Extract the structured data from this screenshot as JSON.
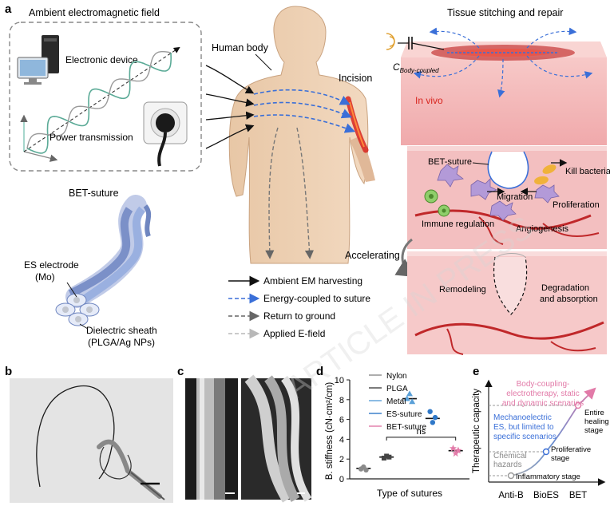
{
  "panel_a": {
    "letter": "a",
    "ambient_title": "Ambient electromagnetic field",
    "electronic_device": "Electronic device",
    "power_transmission": "Power transmission",
    "human_body": "Human body",
    "incision": "Incision",
    "tissue_title": "Tissue stitching and repair",
    "c_label": "C",
    "c_sub": "Body-coupled",
    "in_vivo": "In vivo",
    "bet_suture_label": "BET-suture",
    "kill_bacteria": "Kill bacteria",
    "migration": "Migration",
    "proliferation": "Proliferation",
    "immune_regulation": "Immune regulation",
    "angiogenesis": "Angiogenesis",
    "accelerating": "Accelerating",
    "remodeling": "Remodeling",
    "degradation_1": "Degradation",
    "degradation_2": "and absorption",
    "suture_title": "BET-suture",
    "es_electrode_1": "ES electrode",
    "es_electrode_2": "(Mo)",
    "dielectric_1": "Dielectric sheath",
    "dielectric_2": "(PLGA/Ag NPs)",
    "legend": [
      {
        "label": "Ambient EM harvesting",
        "color": "#111111",
        "dash": false
      },
      {
        "label": "Energy-coupled to suture",
        "color": "#3a6fd8",
        "dash": true
      },
      {
        "label": "Return to ground",
        "color": "#666666",
        "dash": true
      },
      {
        "label": "Applied E-field",
        "color": "#b8b8b8",
        "dash": true
      }
    ]
  },
  "panel_b": {
    "letter": "b"
  },
  "panel_c": {
    "letter": "c"
  },
  "watermark": "ARTICLE IN PRESS",
  "panel_d": {
    "letter": "d"
  },
  "panel_e": {
    "letter": "e",
    "body_text": [
      "Body-coupling-",
      "electrotherapy, static",
      "and dynamic scenarios"
    ],
    "mech_text": [
      "Mechanoelectric",
      "ES, but limited to",
      "specific scenarios"
    ],
    "chem_text": [
      "Chemical",
      "hazards"
    ],
    "stage_entire": [
      "Entire",
      "healing",
      "stage"
    ],
    "stage_prolif": [
      "Proliferative",
      "stage"
    ],
    "stage_inflam": "Inflammatory stage"
  },
  "colors": {
    "nylon": "#8a8a8a",
    "plga": "#444444",
    "metal": "#5aa0d8",
    "es": "#2f78c8",
    "bet": "#e27aa8",
    "em_blue": "#3a6fd8",
    "tissue": "#f2b6b8"
  },
  "chart_data": {
    "type": "scatter",
    "ylabel": "B. stiffness (cN·cm²/cm)",
    "xlabel": "Type of sutures",
    "ylim": [
      0,
      10
    ],
    "yticks": [
      0,
      2,
      4,
      6,
      8,
      10
    ],
    "series": [
      {
        "name": "Nylon",
        "marker": "circle",
        "values": [
          1.0,
          1.2,
          0.9
        ],
        "mean": 1.05
      },
      {
        "name": "PLGA",
        "marker": "square",
        "values": [
          2.1,
          2.3,
          2.2
        ],
        "mean": 2.2
      },
      {
        "name": "Metal",
        "marker": "triangle",
        "values": [
          8.1,
          8.6,
          7.8
        ],
        "mean": 8.1
      },
      {
        "name": "ES-suture",
        "marker": "circle",
        "values": [
          6.8,
          5.7,
          6.2
        ],
        "mean": 6.1
      },
      {
        "name": "BET-suture",
        "marker": "star",
        "values": [
          3.1,
          2.6,
          2.9
        ],
        "mean": 2.85
      }
    ],
    "annotation": "ns"
  },
  "chart_e": {
    "type": "line",
    "ylabel": "Therapeutic capacity",
    "categories": [
      "Anti-B",
      "BioES",
      "BET"
    ]
  }
}
